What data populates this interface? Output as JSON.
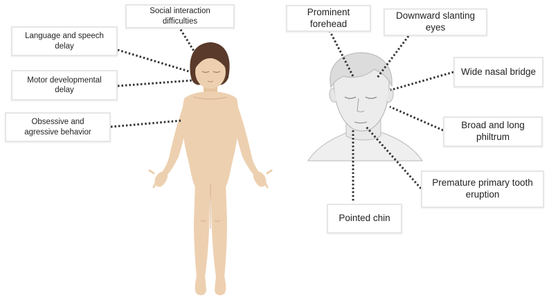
{
  "left_labels": {
    "social": "Social interaction\ndifficulties",
    "language": "Language and speech\ndelay",
    "motor": "Motor developmental\ndelay",
    "obsessive": "Obsessive and\nagressive behavior"
  },
  "right_labels": {
    "forehead": "Prominent\nforehead",
    "eyes": "Downward slanting\neyes",
    "nasal": "Wide nasal bridge",
    "philtrum": "Broad and long\nphiltrum",
    "tooth": "Premature primary tooth\neruption",
    "chin": "Pointed chin"
  },
  "colors": {
    "skin": "#edd0b0",
    "skin_shadow": "#dcb48f",
    "hair": "#5a3a2a",
    "face_gray": "#e9e9e9",
    "face_outline": "#b9b9b9",
    "leader": "#333333"
  }
}
